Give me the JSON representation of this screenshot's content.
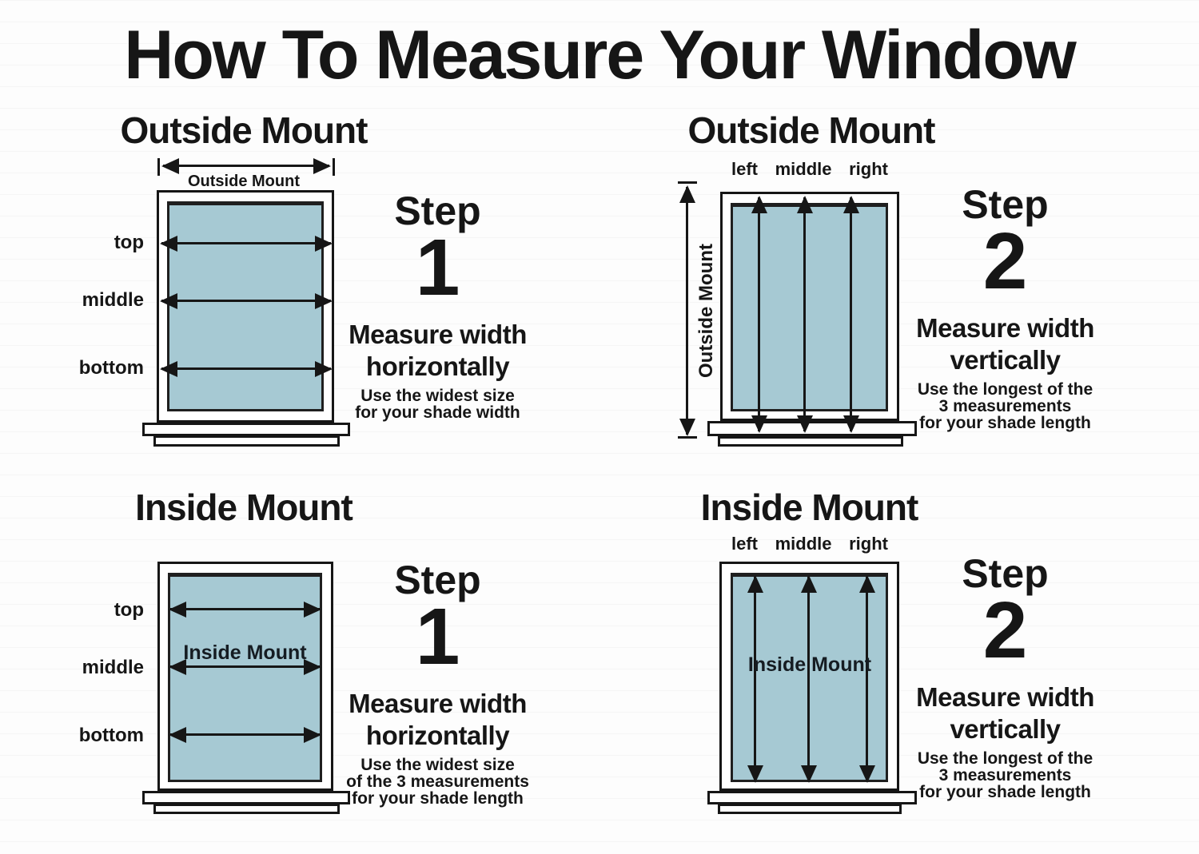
{
  "title": "How To Measure Your Window",
  "colors": {
    "ink": "#161616",
    "glass": "#a6c9d3"
  },
  "tl": {
    "heading": "Outside Mount",
    "measure_label": "Outside Mount",
    "rows": [
      "top",
      "middle",
      "bottom"
    ],
    "step": "Step",
    "num": "1",
    "line1": "Measure width",
    "line2": "horizontally",
    "note1": "Use the widest size",
    "note2": "for your shade width"
  },
  "tr": {
    "heading": "Outside Mount",
    "cols": [
      "left",
      "middle",
      "right"
    ],
    "measure_label": "Outside Mount",
    "step": "Step",
    "num": "2",
    "line1": "Measure width",
    "line2": "vertically",
    "note1": "Use the longest of the",
    "note2": "3 measurements",
    "note3": "for your shade length"
  },
  "bl": {
    "heading": "Inside Mount",
    "glass_label": "Inside Mount",
    "rows": [
      "top",
      "middle",
      "bottom"
    ],
    "step": "Step",
    "num": "1",
    "line1": "Measure width",
    "line2": "horizontally",
    "note1": "Use the widest size",
    "note2": "of the 3 measurements",
    "note3": "for your shade length"
  },
  "br": {
    "heading": "Inside Mount",
    "cols": [
      "left",
      "middle",
      "right"
    ],
    "glass_label": "Inside Mount",
    "step": "Step",
    "num": "2",
    "line1": "Measure width",
    "line2": "vertically",
    "note1": "Use the longest of the",
    "note2": "3 measurements",
    "note3": "for your shade length"
  }
}
